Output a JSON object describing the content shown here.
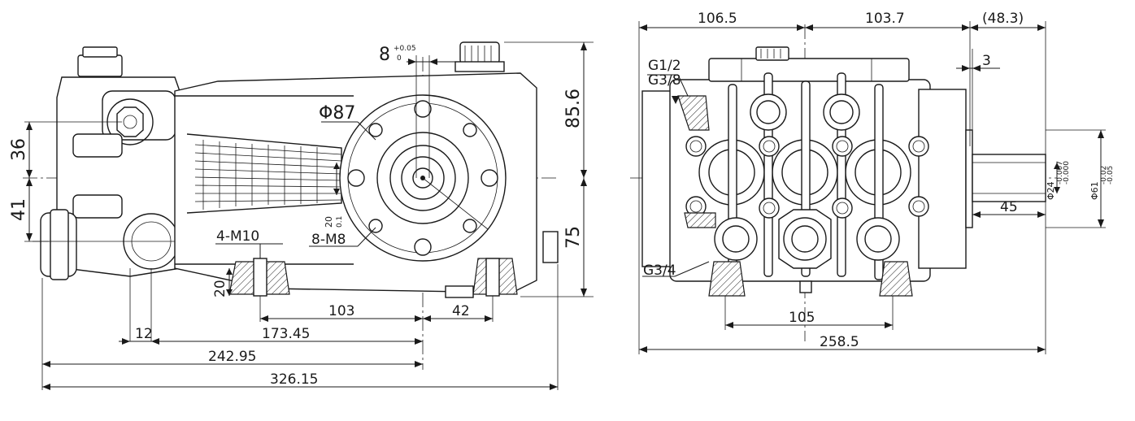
{
  "side_view": {
    "dims": {
      "d_8": "8",
      "d_8_tol_upper": "+0.05",
      "d_8_tol_lower": "0",
      "d_phi87": "Φ87",
      "d_85_6": "85.6",
      "d_36": "36",
      "d_41": "41",
      "d_75": "75",
      "d_20_0_1": "20",
      "d_20_0_1_tol": "0.1",
      "d_8_m8": "8-M8",
      "d_4_m10": "4-M10",
      "d_20": "20",
      "d_103": "103",
      "d_42": "42",
      "d_12": "12",
      "d_173_45": "173.45",
      "d_242_95": "242.95",
      "d_326_15": "326.15"
    }
  },
  "front_view": {
    "dims": {
      "d_106_5": "106.5",
      "d_103_7": "103.7",
      "d_48_3": "(48.3)",
      "d_3": "3",
      "d_g1_2": "G1/2",
      "d_g3_8": "G3/8",
      "d_g3_4": "G3/4",
      "d_45": "45",
      "d_phi24": "Φ24",
      "d_phi24_tol_upper": "-0.007",
      "d_phi24_tol_lower": "-0.000",
      "d_phi61": "Φ61",
      "d_phi61_tol_upper": "-0.02",
      "d_phi61_tol_lower": "-0.05",
      "d_105": "105",
      "d_258_5": "258.5"
    }
  }
}
